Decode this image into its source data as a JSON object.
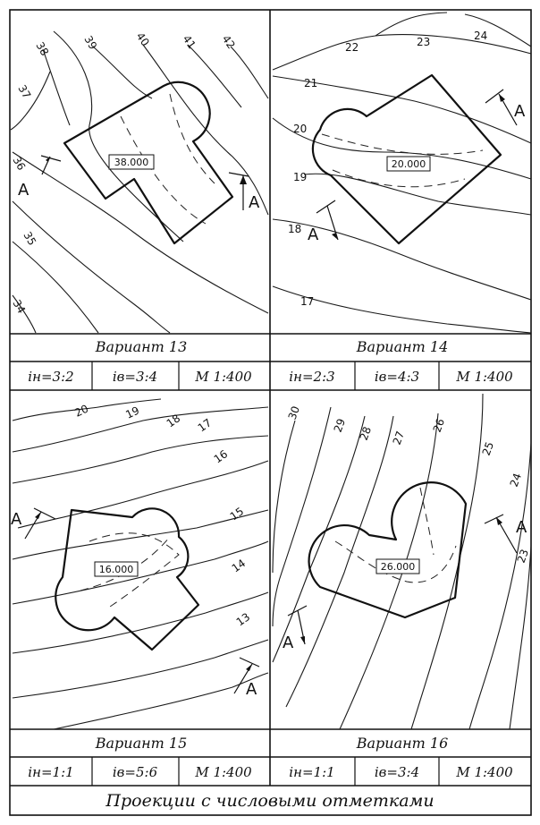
{
  "variants": [
    {
      "title": "Вариант 13",
      "i_n": "iн=3:2",
      "i_v": "iв=3:4",
      "scale": "М 1:400",
      "elevation": "38.000",
      "contours": [
        "38",
        "39",
        "40",
        "41",
        "42",
        "37",
        "36",
        "35",
        "34"
      ],
      "section_mark": "А"
    },
    {
      "title": "Вариант 14",
      "i_n": "iн=2:3",
      "i_v": "iв=4:3",
      "scale": "М 1:400",
      "elevation": "20.000",
      "contours": [
        "22",
        "23",
        "24",
        "21",
        "20",
        "19",
        "18",
        "17"
      ],
      "section_mark": "А"
    },
    {
      "title": "Вариант 15",
      "i_n": "iн=1:1",
      "i_v": "iв=5:6",
      "scale": "М 1:400",
      "elevation": "16.000",
      "contours": [
        "20",
        "19",
        "18",
        "17",
        "16",
        "15",
        "14",
        "13"
      ],
      "section_mark": "А"
    },
    {
      "title": "Вариант 16",
      "i_n": "iн=1:1",
      "i_v": "iв=3:4",
      "scale": "М 1:400",
      "elevation": "26.000",
      "contours": [
        "30",
        "29",
        "28",
        "27",
        "26",
        "25",
        "24",
        "23"
      ],
      "section_mark": "А"
    }
  ],
  "footer_title": "Проекции с числовыми отметками"
}
